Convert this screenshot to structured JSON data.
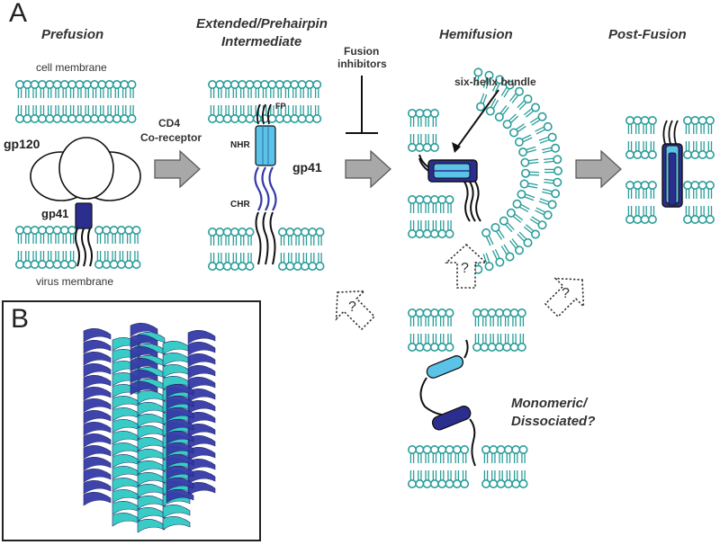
{
  "panels": {
    "a": "A",
    "b": "B"
  },
  "stages": {
    "prefusion": "Prefusion",
    "intermediate_l1": "Extended/Prehairpin",
    "intermediate_l2": "Intermediate",
    "hemifusion": "Hemifusion",
    "postfusion": "Post-Fusion"
  },
  "labels": {
    "cell_membrane": "cell membrane",
    "virus_membrane": "virus membrane",
    "gp120": "gp120",
    "gp41_a": "gp41",
    "gp41_b": "gp41",
    "cd4_l1": "CD4",
    "cd4_l2": "Co-receptor",
    "fp": "FP",
    "nhr": "NHR",
    "chr": "CHR",
    "fusion_inhib_l1": "Fusion",
    "fusion_inhib_l2": "inhibitors",
    "six_helix": "six-helix bundle",
    "monomeric_l1": "Monomeric/",
    "monomeric_l2": "Dissociated?",
    "q1": "?",
    "q2": "?",
    "q3": "?"
  },
  "colors": {
    "lipid": "#2a9d9a",
    "dark_blue": "#2b2e8f",
    "light_blue": "#5cc3e8",
    "helix_cyan": "#2fc9c4",
    "helix_navy": "#343aa8",
    "arrow_gray": "#a8a8a8"
  }
}
